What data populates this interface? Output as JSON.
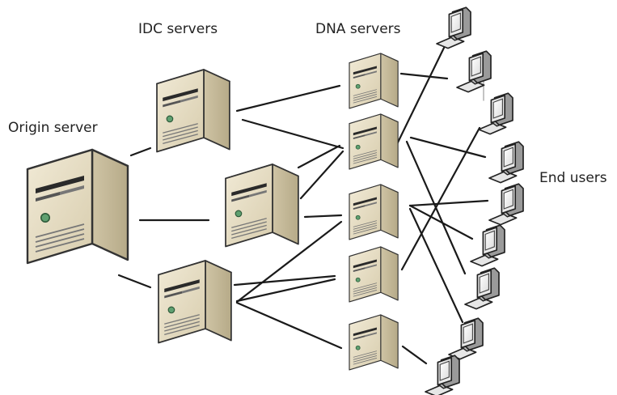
{
  "labels": {
    "origin": "Origin server",
    "idc": "IDC servers",
    "dna": "DNA servers",
    "end_users": "End users"
  },
  "icons": {
    "server": "server-tower-icon",
    "client": "desktop-computer-icon"
  },
  "colors": {
    "line": "#1a1a1a",
    "server_front": "#e4dcc4",
    "server_side": "#c9bea0",
    "server_top": "#f3eedf",
    "monitor_screen": "#f2f2f2",
    "led": "#5fa070"
  }
}
